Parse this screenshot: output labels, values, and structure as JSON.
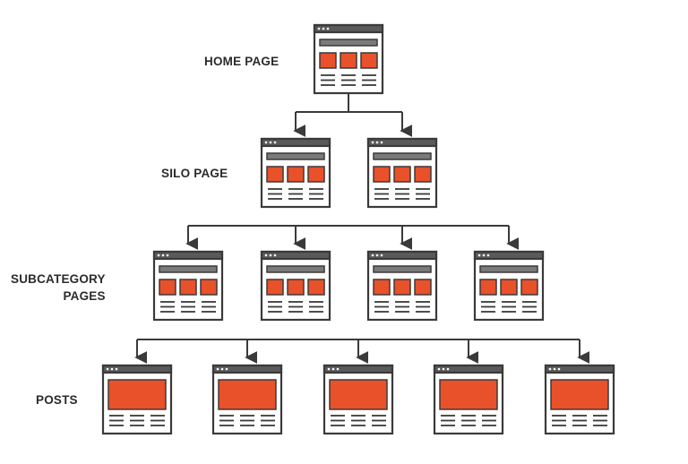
{
  "tiers": {
    "home": {
      "label": "HOME PAGE",
      "count": 1,
      "type": "page"
    },
    "silo": {
      "label": "SILO PAGE",
      "count": 2,
      "type": "page"
    },
    "sub": {
      "label_line1": "SUBCATEGORY",
      "label_line2": "PAGES",
      "count": 4,
      "type": "page"
    },
    "posts": {
      "label": "POSTS",
      "count": 5,
      "type": "post"
    }
  },
  "colors": {
    "outline": "#3a3a3a",
    "accent": "#e8512a",
    "title_bar": "#5a5a5a",
    "background": "#ffffff"
  },
  "icons": {
    "page": "page-wireframe-icon",
    "post": "post-wireframe-icon"
  }
}
